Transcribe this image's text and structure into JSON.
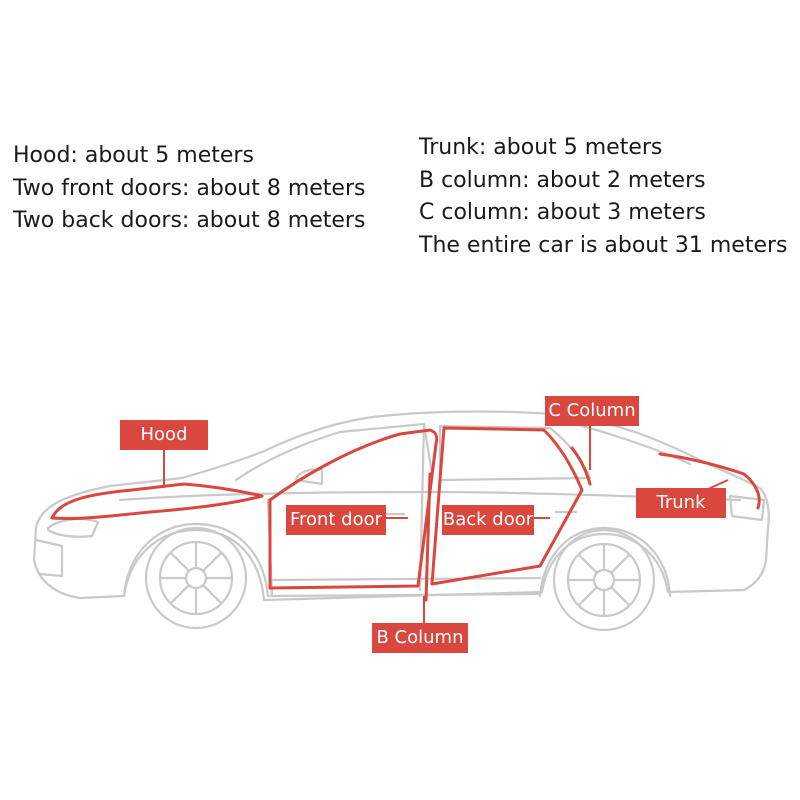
{
  "specs_left": [
    "Hood: about 5 meters",
    "Two front doors: about 8 meters",
    "Two back doors: about 8 meters"
  ],
  "specs_right": [
    "Trunk: about 5 meters",
    "B column: about 2 meters",
    "C column: about 3 meters",
    "The entire car is about 31 meters"
  ],
  "labels": {
    "hood": "Hood",
    "front_door": "Front door",
    "back_door": "Back door",
    "b_column": "B Column",
    "c_column": "C Column",
    "trunk": "Trunk"
  },
  "colors": {
    "seal_strip": "#d9473f",
    "car_outline": "#c9c9c9",
    "text": "#1a1a1a"
  }
}
